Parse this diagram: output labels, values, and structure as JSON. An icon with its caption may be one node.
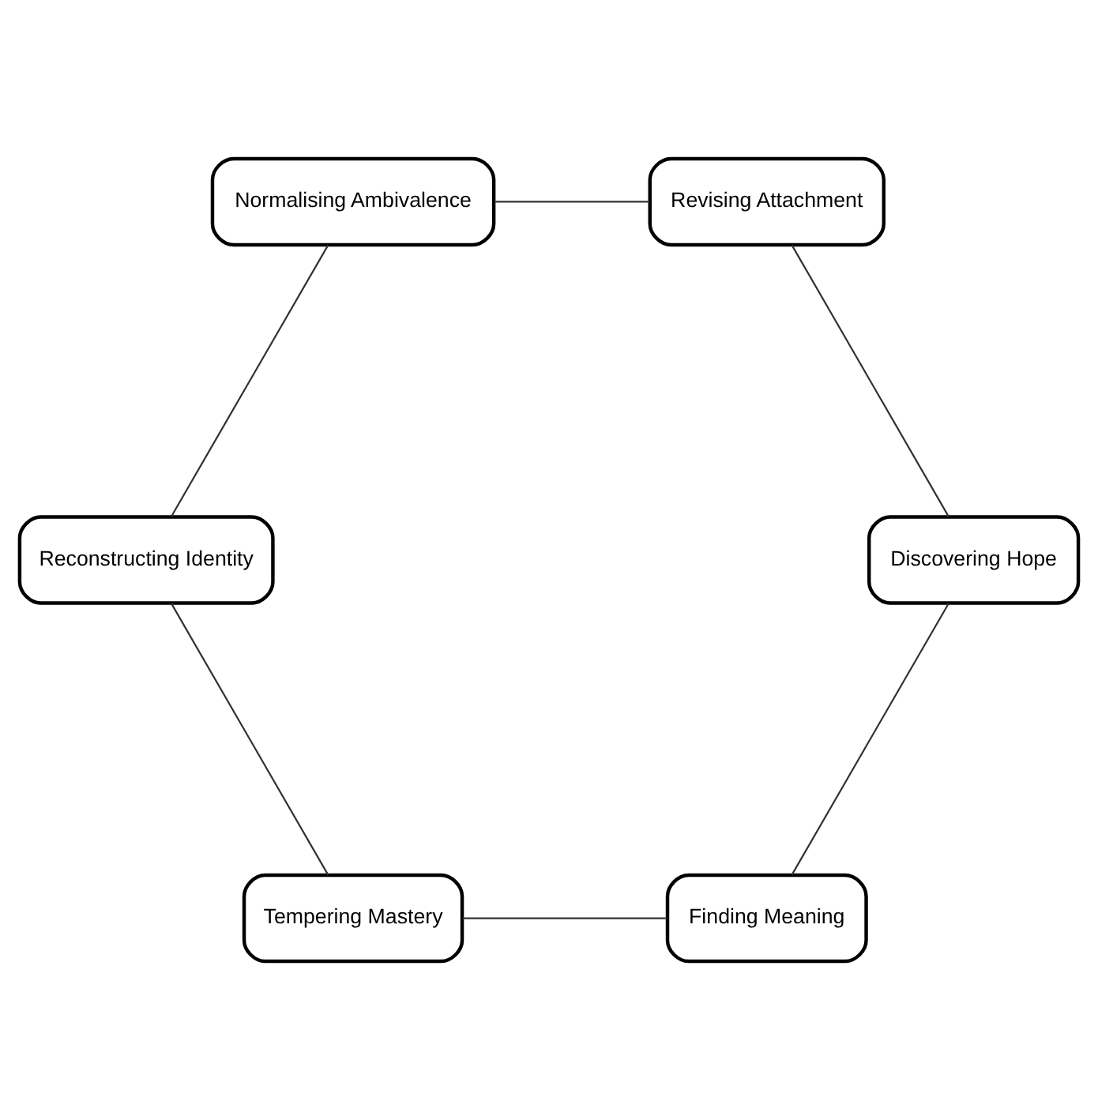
{
  "diagram": {
    "nodes": [
      {
        "text": [
          "Finding Meaning"
        ]
      },
      {
        "text": [
          "Discovering Hope"
        ]
      },
      {
        "text": [
          "Tempering Mastery"
        ]
      },
      {
        "text": [
          "Revising Attachment"
        ]
      },
      {
        "text": [
          "Reconstructing Identity"
        ]
      },
      {
        "text": [
          "Normalising Ambivalence"
        ]
      }
    ],
    "edges": [
      {
        "from": 0,
        "to": 2,
        "arrow": "none"
      },
      {
        "from": 2,
        "to": 4,
        "arrow": "none"
      },
      {
        "from": 4,
        "to": 5,
        "arrow": "none"
      },
      {
        "from": 5,
        "to": 3,
        "arrow": "none"
      },
      {
        "from": 3,
        "to": 1,
        "arrow": "none"
      },
      {
        "from": 1,
        "to": 0,
        "arrow": "none"
      }
    ]
  }
}
